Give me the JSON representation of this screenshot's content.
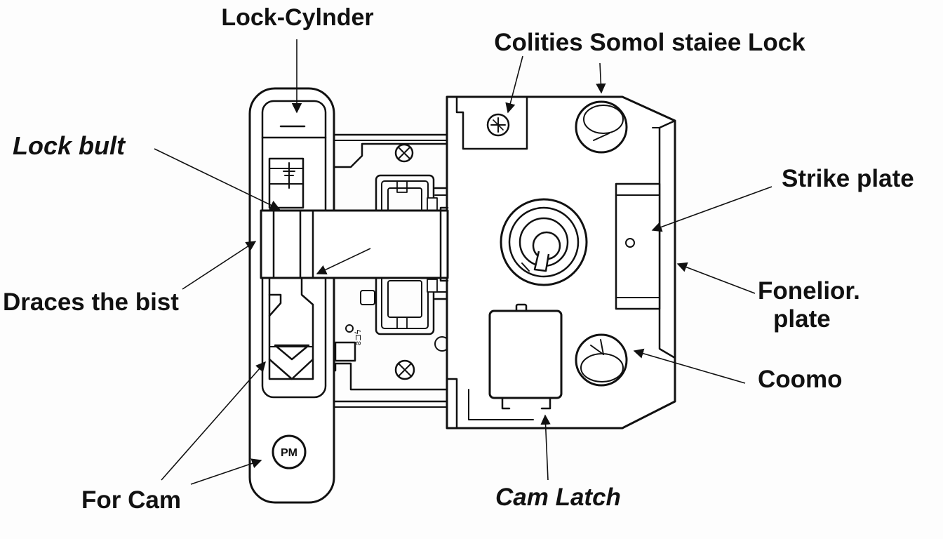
{
  "labels": {
    "lock_cylinder": "Lock-Cylnder",
    "colities_lock": "Colities Somol staiee Lock",
    "lock_bult": "Lock bult",
    "strike_plate": "Strike plate",
    "draces_the_bist": "Draces the bist",
    "fonelior_line1": "Fonelior.",
    "fonelior_line2": "plate",
    "coomo": "Coomo",
    "for_cam": "For Cam",
    "cam_latch": "Cam Latch"
  },
  "button_text": {
    "pm": "PM"
  }
}
